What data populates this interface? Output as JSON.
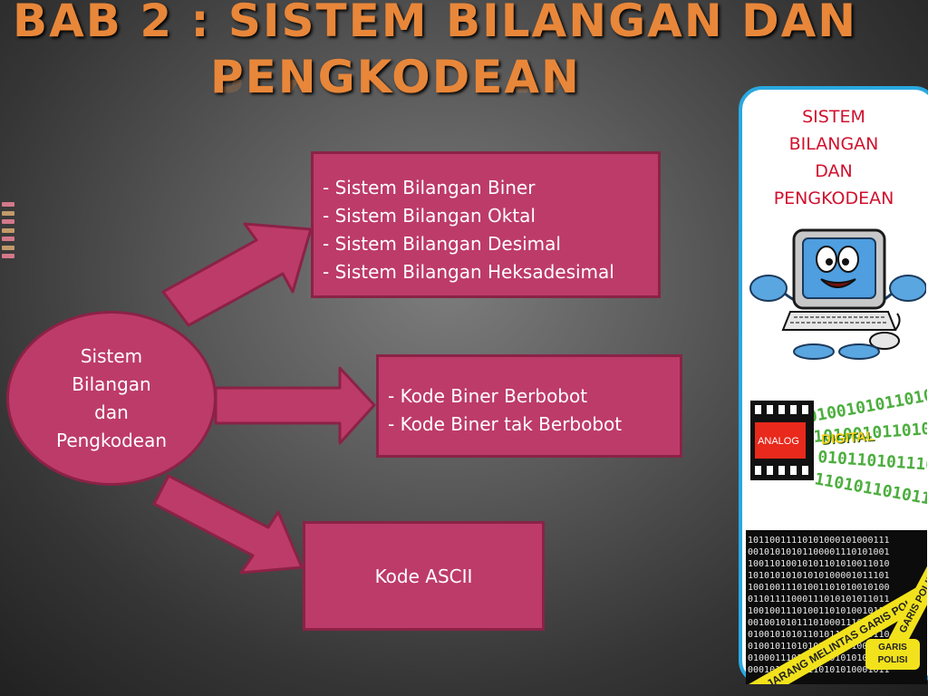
{
  "slide": {
    "title_line1": "BAB 2 : SISTEM BILANGAN DAN",
    "title_line2": "PENGKODEAN"
  },
  "center_node": {
    "lines": [
      "Sistem",
      "Bilangan",
      "dan",
      "Pengkodean"
    ]
  },
  "box_number_systems": {
    "lines": [
      "- Sistem Bilangan Biner",
      "- Sistem Bilangan Oktal",
      "- Sistem Bilangan Desimal",
      "- Sistem Bilangan Heksadesimal"
    ]
  },
  "box_codes": {
    "lines": [
      "- Kode Biner Berbobot",
      "- Kode Biner tak Berbobot"
    ]
  },
  "box_ascii": {
    "label": "Kode ASCII"
  },
  "side_panel": {
    "title_lines": [
      "SISTEM",
      "BILANGAN",
      "DAN",
      "PENGKODEAN"
    ],
    "film_label_left": "ANALOG",
    "film_label_right": "DIGITAL",
    "tape_text_main": "JARANG MELINTAS  GARIS POLISI",
    "tape_text_side": "GARIS POLISI",
    "tape_badge": "GARIS POLISI"
  },
  "colors": {
    "title_orange": "#e8873a",
    "box_fill": "#bd3b68",
    "box_border": "#8b2246",
    "panel_border": "#2aa8e0",
    "panel_title_red": "#d0112e"
  }
}
